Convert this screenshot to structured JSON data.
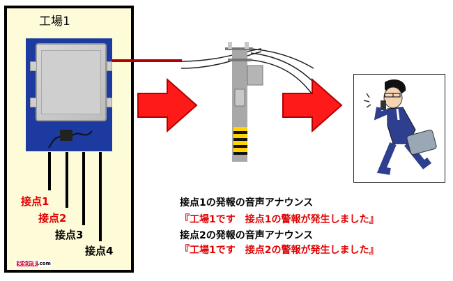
{
  "factory": {
    "title": "工場1",
    "contacts": [
      {
        "label": "接点1",
        "color": "#e00000"
      },
      {
        "label": "接点2",
        "color": "#e00000"
      },
      {
        "label": "接点3",
        "color": "#000000"
      },
      {
        "label": "接点4",
        "color": "#000000"
      }
    ],
    "logo_mark": "安全対策",
    "logo_suffix": ".com"
  },
  "announcements": [
    {
      "heading": "接点1の発報の音声アナウンス",
      "message": "『工場1です　接点1の警報が発生しました』"
    },
    {
      "heading": "接点2の発報の音声アナウンス",
      "message": "『工場1です　接点2の警報が発生しました』"
    }
  ],
  "colors": {
    "arrow": "#ff1a1a",
    "arrow_edge": "#b00000",
    "message": "#e00000",
    "panel": "#fdfbd8",
    "device_bg": "#1c3aa0",
    "cable": "#b30000"
  },
  "icons": [
    "control-box-icon",
    "power-adapter-icon",
    "utility-pole-icon",
    "phone-caller-icon"
  ]
}
